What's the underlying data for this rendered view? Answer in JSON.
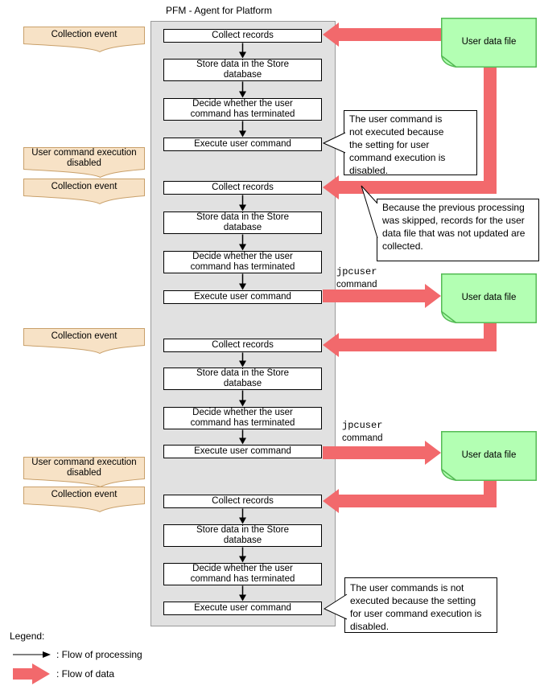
{
  "title": "PFM - Agent for Platform",
  "steps": [
    "Collect records",
    "Store data in the Store database",
    "Decide whether the user command has terminated",
    "Execute user command"
  ],
  "banners": {
    "collection_event": "Collection event",
    "user_command_disabled": "User command execution disabled"
  },
  "note_label": "User data file",
  "command_label": {
    "code": "jpcuser",
    "rest": "command"
  },
  "callouts": [
    "The user command is not executed because the setting for user command execution is disabled.",
    "Because the previous processing was skipped, records for the user data file that was not updated are collected.",
    "The user commands is not executed because the setting for user command execution is disabled."
  ],
  "legend": {
    "heading": "Legend:",
    "processing": ": Flow of processing",
    "data": ": Flow of data"
  },
  "colors": {
    "data_flow_red": "#F2696C",
    "note_fill": "#B3FFB3",
    "note_border": "#55BB55",
    "banner_fill": "#F7E2C6",
    "banner_border": "#C9A06A",
    "container_fill": "#E1E1E1",
    "process_box_fill": "#FFFFFF"
  }
}
